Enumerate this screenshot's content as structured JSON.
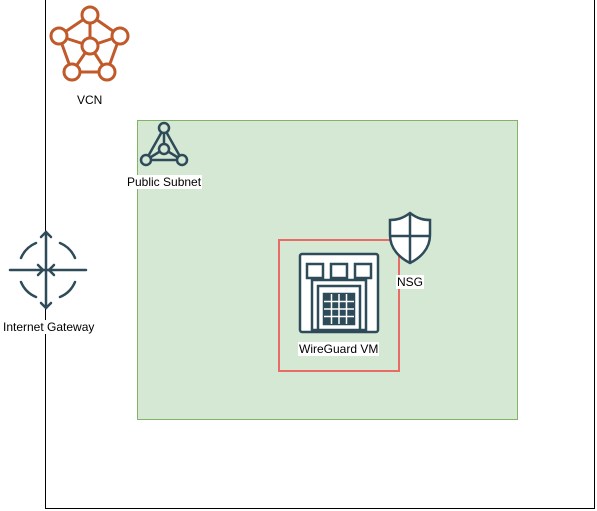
{
  "diagram": {
    "vcn": {
      "label": "VCN",
      "icon": "vcn-network-icon",
      "color": "#c15a2a"
    },
    "subnet": {
      "label": "Public Subnet",
      "icon": "subnet-icon",
      "fill": "#d5e8d4",
      "border": "#82b366"
    },
    "internet_gateway": {
      "label": "Internet Gateway",
      "icon": "gateway-icon",
      "color": "#2e4b59"
    },
    "nsg": {
      "label": "NSG",
      "icon": "shield-icon",
      "border": "#ea6b66",
      "color": "#2e4b59"
    },
    "vm": {
      "label": "WireGuard VM",
      "icon": "virtual-machine-icon",
      "color": "#2e4b59"
    }
  }
}
